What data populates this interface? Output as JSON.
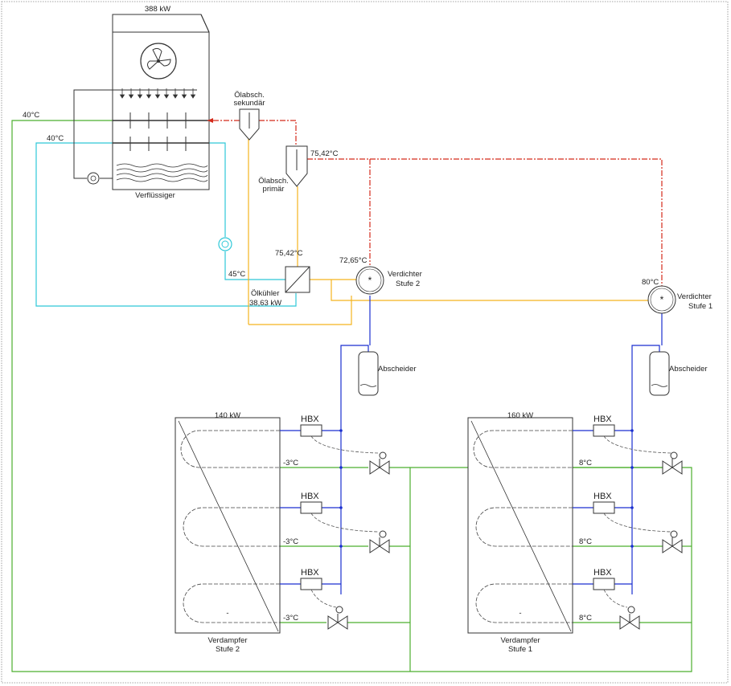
{
  "condenser": {
    "capacity": "388 kW",
    "label": "Verflüssiger",
    "icon": "fan-icon"
  },
  "oil_separators": {
    "secondary_label": "Ölabsch. sekundär",
    "primary_label": "Ölabsch. primär",
    "primary_temp": "75,42°C"
  },
  "oil_cooler": {
    "label": "Ölkühler",
    "capacity": "38,63 kW",
    "inlet_temp": "75,42°C",
    "water_temp": "45°C"
  },
  "water_lines": {
    "green_temp": "40°C",
    "cyan_temp": "40°C"
  },
  "compressors": [
    {
      "label_line1": "Verdichter",
      "label_line2": "Stufe 2",
      "temp": "72,65°C"
    },
    {
      "label_line1": "Verdichter",
      "label_line2": "Stufe 1",
      "temp": "80°C"
    }
  ],
  "separators": [
    {
      "label": "Abscheider"
    },
    {
      "label": "Abscheider"
    }
  ],
  "evaporators": [
    {
      "capacity": "140 kW",
      "label_line1": "Verdampfer",
      "label_line2": "Stufe 2",
      "hbx_labels": [
        "HBX",
        "HBX",
        "HBX"
      ],
      "circuit_temps": [
        "-3°C",
        "-3°C",
        "-3°C"
      ],
      "inner_mark": "-"
    },
    {
      "capacity": "160 kW",
      "label_line1": "Verdampfer",
      "label_line2": "Stufe 1",
      "hbx_labels": [
        "HBX",
        "HBX",
        "HBX"
      ],
      "circuit_temps": [
        "8°C",
        "8°C",
        "8°C"
      ],
      "inner_mark": "-"
    }
  ],
  "colors": {
    "green": "#4caf2e",
    "cyan": "#2ec8d8",
    "red": "#d42a1a",
    "blue": "#1a2fd0",
    "orange": "#f5b41e",
    "black": "#222222",
    "gray": "#555555"
  }
}
